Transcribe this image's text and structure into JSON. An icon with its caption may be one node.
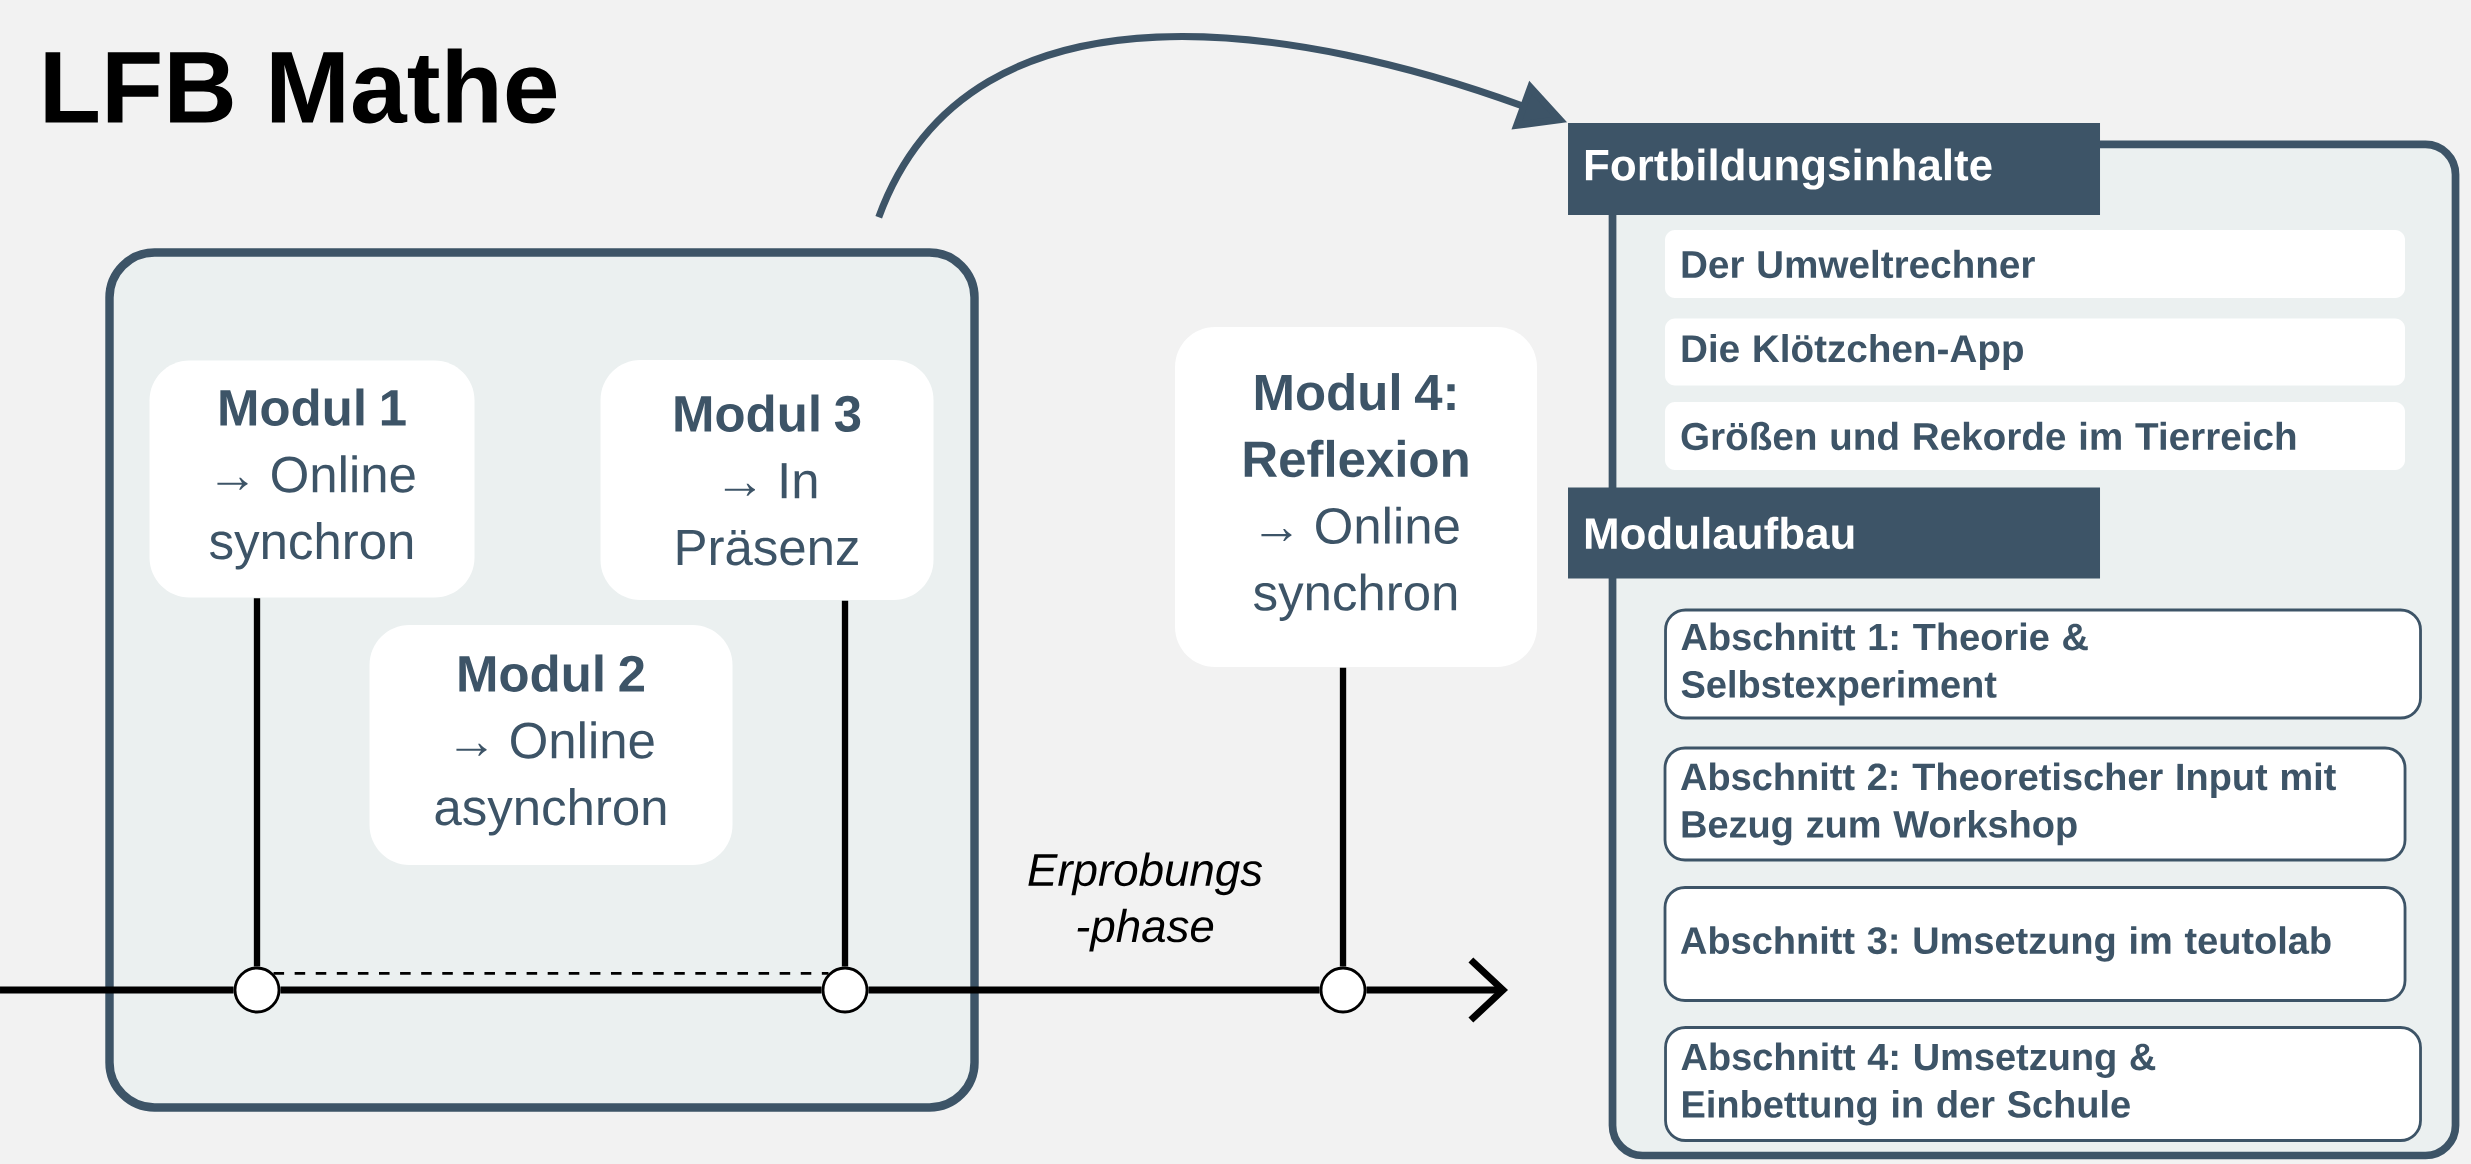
{
  "diagram": {
    "title": "LFB Mathe",
    "nodes": [
      {
        "text": [],
        "shape": "box"
      },
      {
        "text": [
          "Modul 1",
          "→ Online synchron"
        ],
        "in": 0
      },
      {
        "text": [
          "Modul 2",
          "→ Online asynchron"
        ],
        "in": 0
      },
      {
        "text": [
          "Modul 3",
          "→ In Präsenz"
        ],
        "in": 0
      },
      {
        "text": [
          "Modul 4: Reflexion",
          "→ Online synchron"
        ]
      },
      {
        "text": [],
        "shape": "circle",
        "in": 0
      },
      {
        "text": [],
        "shape": "circle",
        "in": 0
      },
      {
        "text": [],
        "shape": "circle"
      },
      {
        "text": [],
        "shape": "box"
      },
      {
        "text": [
          "Fortbildungsinhalte"
        ]
      },
      {
        "text": [
          "Der Umweltrechner"
        ],
        "in": 8
      },
      {
        "text": [
          "Die Klötzchen-App"
        ],
        "in": 8
      },
      {
        "text": [
          "Größen und Rekorde im Tierreich"
        ],
        "in": 8
      },
      {
        "text": [
          "Modulaufbau"
        ]
      },
      {
        "text": [
          "Abschnitt 1: Theorie & Selbstexperiment"
        ],
        "in": 8
      },
      {
        "text": [
          "Abschnitt 2: Theoretischer Input mit Bezug zum Workshop"
        ],
        "in": 8
      },
      {
        "text": [
          "Abschnitt 3: Umsetzung im teutolab"
        ],
        "in": 8
      },
      {
        "text": [
          "Abschnitt 4: Umsetzung & Einbettung in der Schule"
        ],
        "in": 8
      }
    ],
    "edges": [
      {
        "from": null,
        "to": 5,
        "arrow": "none"
      },
      {
        "from": 5,
        "to": 6,
        "arrow": "none"
      },
      {
        "from": 6,
        "to": 7,
        "arrow": "none"
      },
      {
        "from": 7,
        "to": null,
        "arrow": "to"
      },
      {
        "from": 5,
        "to": 6,
        "arrow": "none",
        "style": "dashed"
      },
      {
        "from": 1,
        "to": 5,
        "arrow": "none"
      },
      {
        "from": 3,
        "to": 6,
        "arrow": "none"
      },
      {
        "from": 4,
        "to": 7,
        "arrow": "none"
      },
      {
        "from": 0,
        "to": 9,
        "arrow": "to",
        "color": "#3d5467"
      }
    ],
    "labels": [
      "Erprobungs -phase"
    ]
  }
}
